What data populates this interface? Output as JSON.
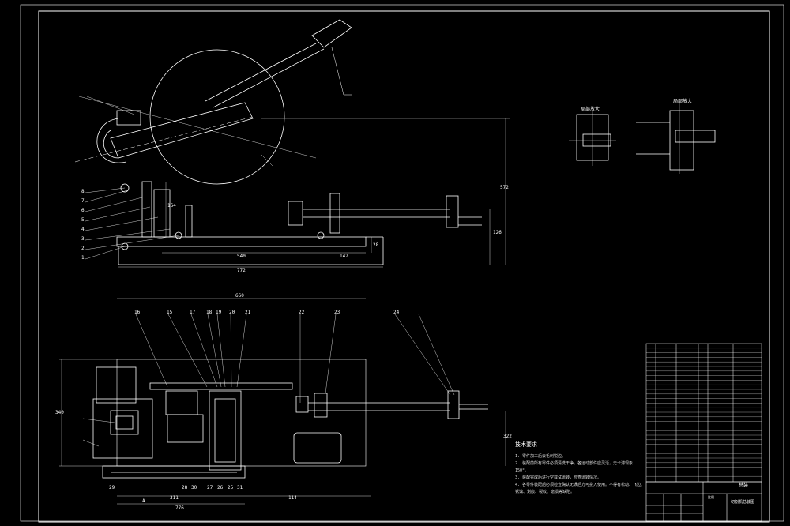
{
  "drawing": {
    "section_labels": {
      "detail_left": "局部放大",
      "detail_right": "局部放大"
    },
    "dimensions": {
      "top_height": "572",
      "top_len_1": "540",
      "top_len_2": "142",
      "top_overall": "772",
      "top_small": "28",
      "top_right_small": "126",
      "top_vertical_left": "164",
      "plan_width": "660",
      "plan_left": "311",
      "plan_left2": "322",
      "plan_right": "114",
      "plan_total": "776",
      "plan_height": "340",
      "plan_side": "A"
    },
    "part_numbers_left": [
      "8",
      "7",
      "6",
      "5",
      "4",
      "3",
      "2",
      "1"
    ],
    "callouts_top": [
      "16",
      "15",
      "17",
      "18",
      "19",
      "20",
      "21",
      "22",
      "23",
      "24"
    ],
    "callouts_bottom": [
      "29",
      "28",
      "27",
      "26",
      "25",
      "30",
      "31"
    ]
  },
  "tech_requirements": {
    "title": "技术要求",
    "lines": [
      "1. 零件加工后去毛刺锐边。",
      "2. 装配前所有零件必须清洗干净，各运动部件应灵活，无卡滞现象",
      "   150°。",
      "3. 装配完成后进行空载试运转，检查运转情况。",
      "4. 各零件装配后必须检查确认无误后方可投入使用。不得有松动、飞边、",
      "   锈蚀、划痕、裂纹、磨损等缺陷。"
    ]
  },
  "title_block": {
    "drawing_name": "切割机总装图",
    "school": "",
    "label_total": "总装",
    "scale_label": "比例"
  },
  "colors": {
    "background": "#000000",
    "line": "#ffffff"
  }
}
